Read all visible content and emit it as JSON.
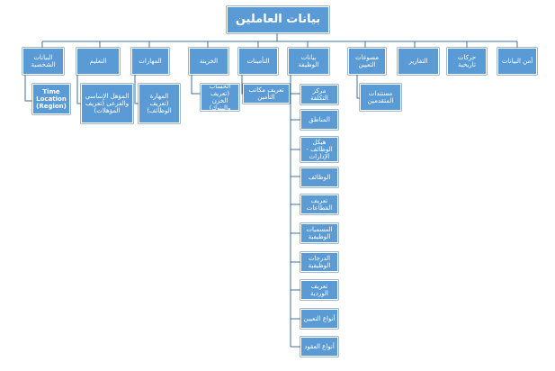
{
  "root": {
    "label": "بيانات العاملين"
  },
  "branches": [
    {
      "id": "personal",
      "label": "البيانات الشخصية",
      "children": [
        "Time Location (Region)"
      ]
    },
    {
      "id": "education",
      "label": "التعليم",
      "children": [
        "المؤهل الإساسي والفرعى (تعريف المؤهلات)"
      ]
    },
    {
      "id": "skills",
      "label": "المهارات",
      "children": [
        "المهارة (تعريف الوظائف)"
      ]
    },
    {
      "id": "treasury",
      "label": "الخزينة",
      "children": [
        "الحساب (تعريف الخزن والبنوك)"
      ]
    },
    {
      "id": "insurance",
      "label": "التأمينات",
      "children": [
        "تعريف مكاتب التأمين"
      ]
    },
    {
      "id": "job-data",
      "label": "بيانات الوظيفة",
      "children": [
        "مركز التكلفة",
        "المناطق",
        "هيكل الوظائف - الإدارات",
        "الوظائف",
        "تعريف القطاعات",
        "المسميات الوظيفية",
        "الدرجات الوظيفية",
        "تعريف الوردية",
        "أنواع التعيين",
        "أنواع العقود"
      ]
    },
    {
      "id": "appointment",
      "label": "مسوغات التعيين",
      "children": [
        "مستندات المتقدمين"
      ]
    },
    {
      "id": "reports",
      "label": "التقارير",
      "children": []
    },
    {
      "id": "history",
      "label": "حركات تاريخية",
      "children": []
    },
    {
      "id": "security",
      "label": "أمن البيانات",
      "children": []
    }
  ]
}
